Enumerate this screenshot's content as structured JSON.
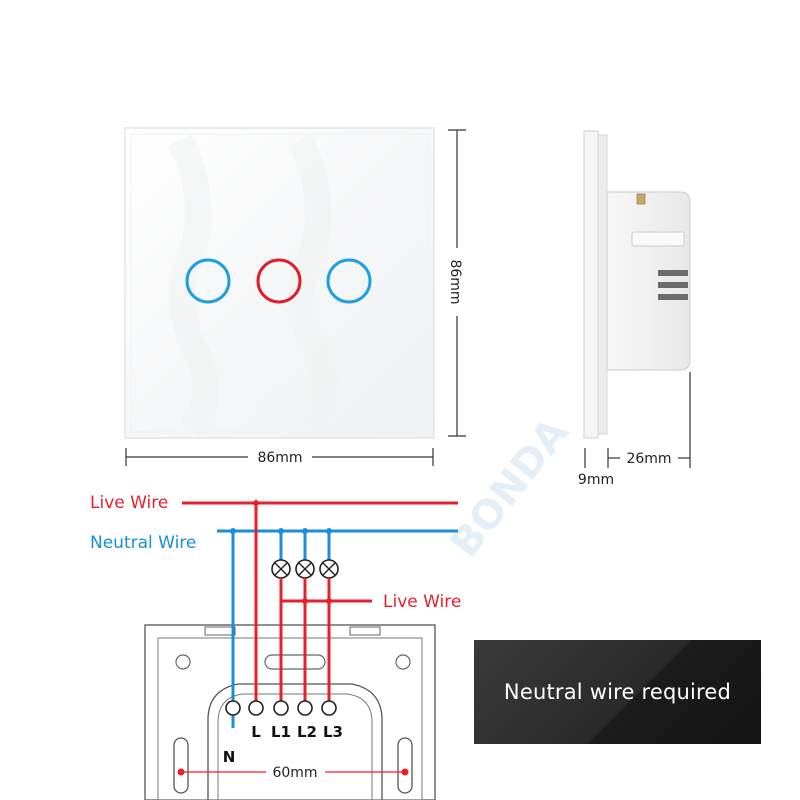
{
  "dimensions": {
    "panel_width": "86mm",
    "panel_height": "86mm",
    "side_depth": "26mm",
    "side_plate": "9mm",
    "mount_spacing": "60mm"
  },
  "wires": {
    "live_wire_top": "Live Wire",
    "neutral_wire": "Neutral Wire",
    "live_wire_load": "Live Wire"
  },
  "terminals": {
    "n": "N",
    "l": "L",
    "l1": "L1",
    "l2": "L2",
    "l3": "L3"
  },
  "banner": {
    "text": "Neutral wire required"
  },
  "watermark": "BONDA",
  "colors": {
    "live": "#e8202a",
    "neutral": "#1a8fd6",
    "touch_blue": "#1e9fe0",
    "touch_red": "#e01e2a",
    "banner_bg": "#2b2b2b"
  },
  "touch_buttons": [
    {
      "name": "left",
      "color": "blue"
    },
    {
      "name": "middle",
      "color": "red"
    },
    {
      "name": "right",
      "color": "blue"
    }
  ]
}
